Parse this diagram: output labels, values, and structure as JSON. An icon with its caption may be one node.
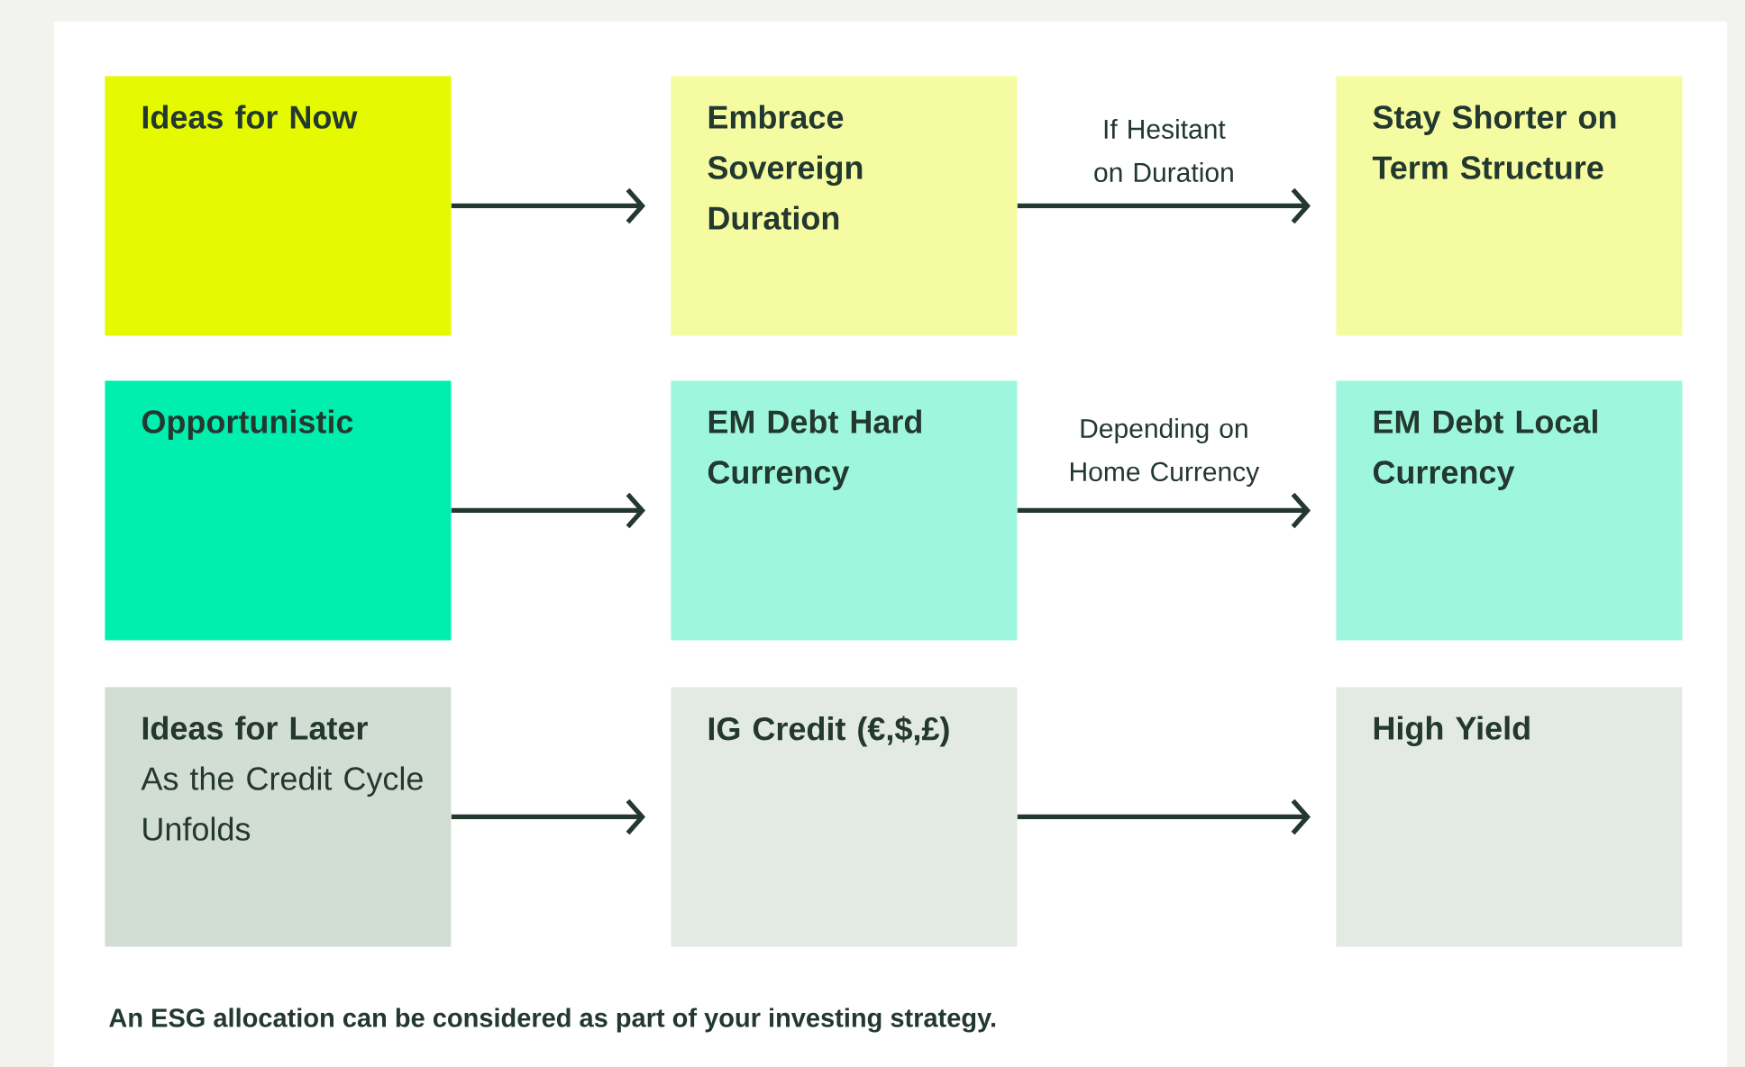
{
  "diagram": {
    "caption": "An ESG allocation can be considered as part of your investing strategy.",
    "nodes": [
      {
        "text": [
          "Ideas for Now"
        ]
      },
      {
        "text": [
          "Embrace Sovereign Duration"
        ]
      },
      {
        "text": [
          "Stay Shorter on Term Structure"
        ]
      },
      {
        "text": [
          "Opportunistic"
        ]
      },
      {
        "text": [
          "EM Debt Hard Currency"
        ]
      },
      {
        "text": [
          "EM Debt Local Currency"
        ]
      },
      {
        "text": [
          "Ideas for Later",
          "As the Credit Cycle Unfolds"
        ]
      },
      {
        "text": [
          "IG Credit (€,$,£)"
        ]
      },
      {
        "text": [
          "High Yield"
        ]
      }
    ],
    "edges": [
      {
        "from": 0,
        "to": 1,
        "arrow": "to"
      },
      {
        "from": 1,
        "to": 2,
        "arrow": "to",
        "label": "If Hesitant on Duration"
      },
      {
        "from": 3,
        "to": 4,
        "arrow": "to"
      },
      {
        "from": 4,
        "to": 5,
        "arrow": "to",
        "label": "Depending on Home Currency"
      },
      {
        "from": 6,
        "to": 7,
        "arrow": "to"
      },
      {
        "from": 7,
        "to": 8,
        "arrow": "to"
      }
    ]
  }
}
